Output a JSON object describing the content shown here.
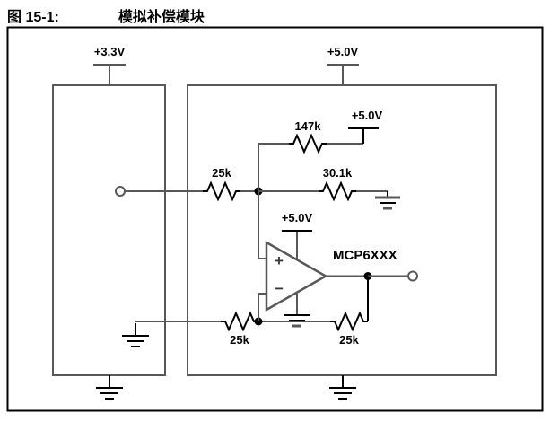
{
  "figure": {
    "label": "图 15-1:",
    "title": "模拟补偿模块"
  },
  "supplies": {
    "left_box": "+3.3V",
    "right_box": "+5.0V",
    "feedback_top": "+5.0V",
    "opamp": "+5.0V"
  },
  "components": {
    "r_input": "25k",
    "r_feedback_top": "147k",
    "r_divider": "30.1k",
    "r_bottom_left": "25k",
    "r_bottom_right": "25k",
    "opamp_name": "MCP6XXX",
    "opamp_plus": "+",
    "opamp_minus": "−"
  },
  "colors": {
    "frame": "#000000",
    "wire": "#58585a",
    "text": "#000000",
    "background": "#ffffff"
  }
}
